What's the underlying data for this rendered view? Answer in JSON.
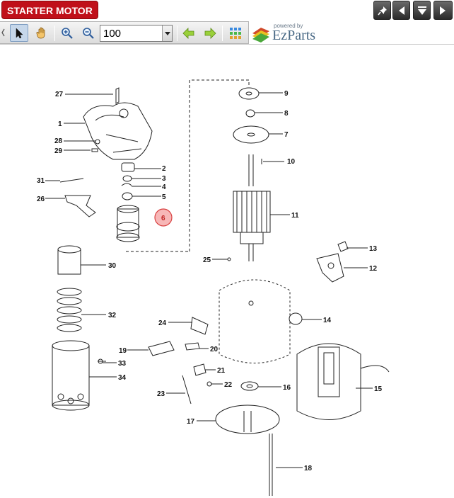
{
  "title": "STARTER MOTOR",
  "nav_buttons": [
    {
      "name": "pin-icon"
    },
    {
      "name": "previous-icon"
    },
    {
      "name": "collapse-icon"
    },
    {
      "name": "next-icon"
    }
  ],
  "toolbar": {
    "tools": [
      "select-arrow-icon",
      "pan-hand-icon",
      "zoom-in-icon",
      "zoom-out-icon"
    ],
    "zoom_value": "100",
    "history": [
      "back-arrow-icon",
      "forward-arrow-icon"
    ],
    "grid_view": "grid-view-icon"
  },
  "logo": {
    "powered_by": "powered by",
    "name": "EzParts"
  },
  "diagram": {
    "selected_part": "6",
    "callouts": [
      "27",
      "1",
      "28",
      "29",
      "31",
      "26",
      "2",
      "3",
      "4",
      "5",
      "6",
      "9",
      "8",
      "7",
      "10",
      "11",
      "13",
      "12",
      "25",
      "30",
      "32",
      "14",
      "24",
      "19",
      "20",
      "33",
      "34",
      "21",
      "22",
      "16",
      "15",
      "23",
      "17",
      "18"
    ]
  }
}
